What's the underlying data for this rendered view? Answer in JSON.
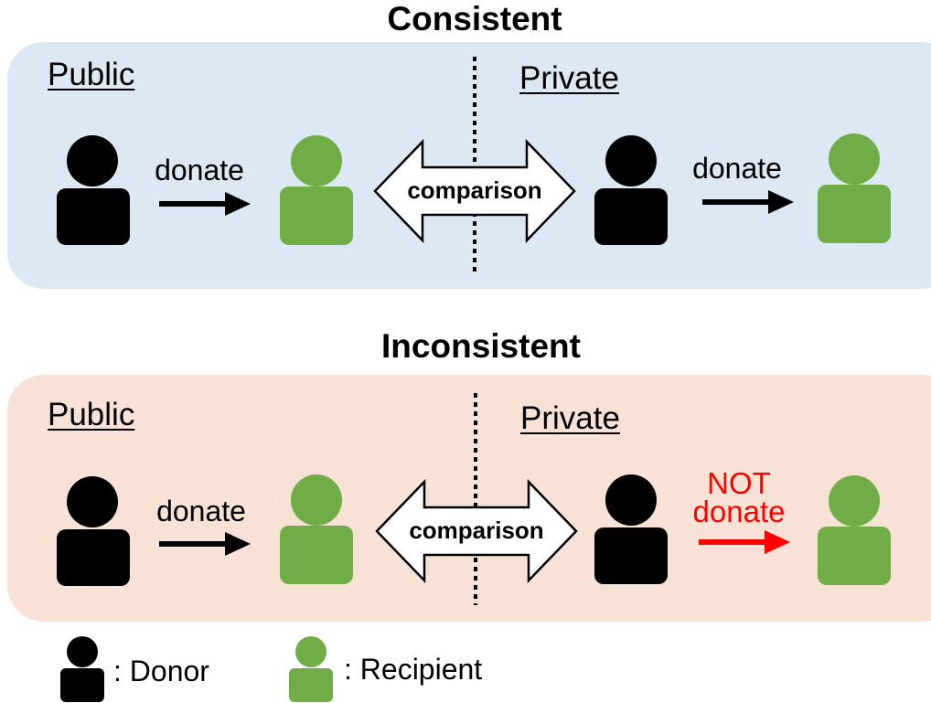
{
  "colors": {
    "donor": "#000000",
    "recipient": "#70ad47",
    "consistent_bg": "#dce8f4",
    "inconsistent_bg": "#f8e2d6",
    "not_donate": "#ff0000"
  },
  "panels": {
    "consistent": {
      "title": "Consistent",
      "public_label": "Public",
      "private_label": "Private",
      "public_action": "donate",
      "private_action": "donate",
      "comparison_label": "comparison"
    },
    "inconsistent": {
      "title": "Inconsistent",
      "public_label": "Public",
      "private_label": "Private",
      "public_action": "donate",
      "private_action_line1": "NOT",
      "private_action_line2": "donate",
      "comparison_label": "comparison"
    }
  },
  "legend": {
    "donor_label": ": Donor",
    "recipient_label": ": Recipient",
    "donor_icon": "person-icon",
    "recipient_icon": "person-icon"
  }
}
